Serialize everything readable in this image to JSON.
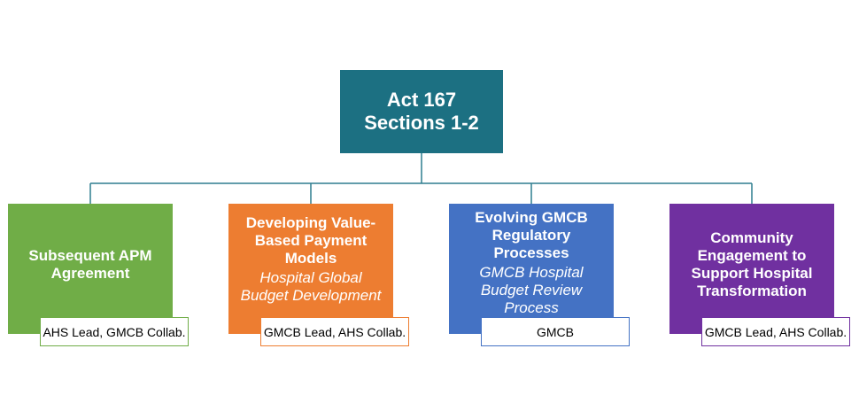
{
  "root": {
    "line1": "Act 167",
    "line2": "Sections 1-2"
  },
  "children": [
    {
      "title": "Subsequent APM Agreement",
      "subtitle": "",
      "tag": "AHS Lead, GMCB Collab.",
      "color": "#70ad47"
    },
    {
      "title": "Developing Value-Based Payment Models",
      "subtitle": "Hospital Global Budget Development",
      "tag": "GMCB Lead, AHS Collab.",
      "color": "#ed7d31"
    },
    {
      "title": "Evolving GMCB Regulatory Processes",
      "subtitle": "GMCB Hospital Budget Review Process",
      "tag": "GMCB",
      "color": "#4472c4"
    },
    {
      "title": "Community Engagement to Support Hospital Transformation",
      "subtitle": "",
      "tag": "GMCB Lead, AHS Collab.",
      "color": "#7030a0"
    }
  ],
  "colors": {
    "root": "#1c7082",
    "connector": "#2e7d8f"
  }
}
